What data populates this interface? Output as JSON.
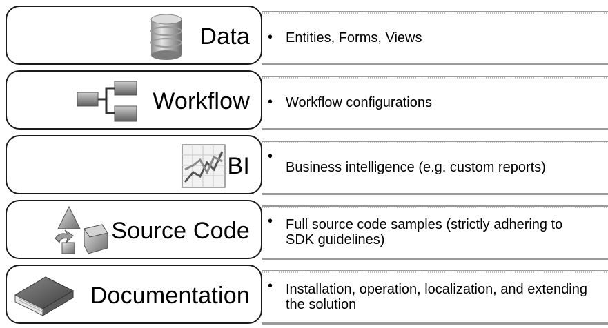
{
  "rows": [
    {
      "title": "Data",
      "icon": "database-icon",
      "bullet": "•",
      "text": "Entities, Forms, Views"
    },
    {
      "title": "Workflow",
      "icon": "workflow-icon",
      "bullet": "•",
      "text": "Workflow configurations"
    },
    {
      "title": "BI",
      "icon": "chart-icon",
      "bullet": "•",
      "text": "Business intelligence (e.g. custom reports)"
    },
    {
      "title": "Source Code",
      "icon": "shapes-icon",
      "bullet": "•",
      "text": "Full source code samples (strictly adhering to SDK guidelines)"
    },
    {
      "title": "Documentation",
      "icon": "book-icon",
      "bullet": "•",
      "text": "Installation, operation, localization, and extending the solution"
    }
  ]
}
